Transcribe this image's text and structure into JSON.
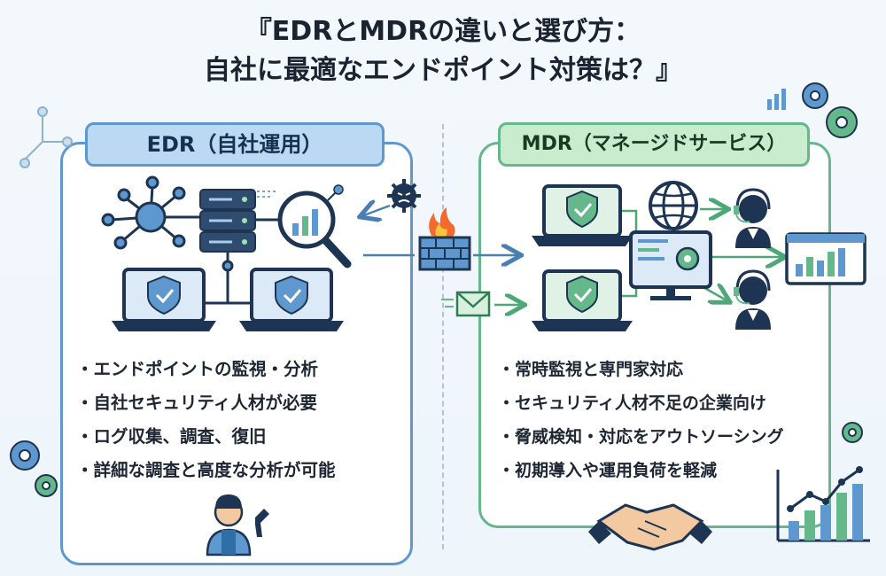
{
  "title": {
    "line1": "『EDRとMDRの違いと選び方：",
    "line2": "自社に最適なエンドポイント対策は？』"
  },
  "left": {
    "header": "EDR（自社運用）",
    "bullets": [
      "エンドポイントの監視・分析",
      "自社セキュリティ人材が必要",
      "ログ収集、調査、復旧",
      "詳細な調査と高度な分析が可能"
    ]
  },
  "right": {
    "header": "MDR（マネージドサービス）",
    "bullets": [
      "常時監視と専門家対応",
      "セキュリティ人材不足の企業向け",
      "脅威検知・対応をアウトソーシング",
      "初期導入や運用負荷を軽減"
    ]
  },
  "icons": {
    "network": "network-hub-icon",
    "server": "server-icon",
    "magnifier": "magnifier-chart-icon",
    "laptop": "shield-laptop-icon",
    "virus": "virus-icon",
    "firewall": "firewall-icon",
    "globe": "globe-icon",
    "monitor": "gear-monitor-icon",
    "operator": "headset-operator-icon",
    "dashboard": "dashboard-chart-icon",
    "mail": "mail-icon",
    "engineer": "engineer-wrench-icon",
    "handshake": "handshake-icon",
    "gear": "gear-icon",
    "growth": "growth-chart-icon"
  },
  "colors": {
    "edr_accent": "#5f98cf",
    "mdr_accent": "#64b88a",
    "navy": "#1d3552"
  }
}
